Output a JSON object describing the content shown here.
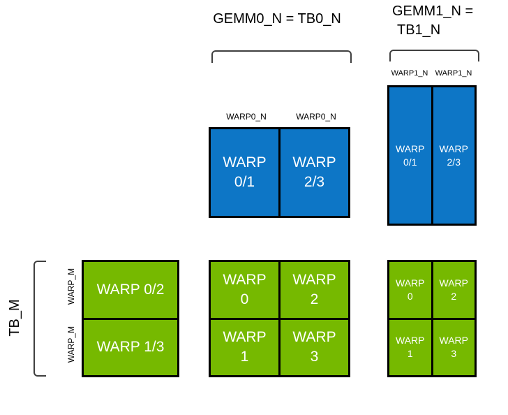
{
  "colors": {
    "background": "#ffffff",
    "blue": "#0d76c6",
    "green": "#76b900",
    "outline": "#000000",
    "bracket": "#3f3f3f",
    "label_text": "#000000",
    "cell_text": "#ffffff"
  },
  "titles": {
    "gemm0": "GEMM0_N = TB0_N",
    "gemm1_line1": "GEMM1_N =",
    "gemm1_line2": "TB1_N"
  },
  "axis_labels": {
    "tb_m": "TB_M",
    "warp_m_top": "WARP_M",
    "warp_m_bottom": "WARP_M",
    "warp0_n_left": "WARP0_N",
    "warp0_n_right": "WARP0_N",
    "warp1_n_left": "WARP1_N",
    "warp1_n_right": "WARP1_N"
  },
  "gemm0_blue": {
    "cells": [
      {
        "line1": "WARP",
        "line2": "0/1"
      },
      {
        "line1": "WARP",
        "line2": "2/3"
      }
    ]
  },
  "gemm1_blue": {
    "cells": [
      {
        "line1": "WARP",
        "line2": "0/1"
      },
      {
        "line1": "WARP",
        "line2": "2/3"
      }
    ]
  },
  "left_green": {
    "cells": [
      {
        "label": "WARP 0/2"
      },
      {
        "label": "WARP 1/3"
      }
    ]
  },
  "center_green": {
    "cells": [
      {
        "line1": "WARP",
        "line2": "0"
      },
      {
        "line1": "WARP",
        "line2": "2"
      },
      {
        "line1": "WARP",
        "line2": "1"
      },
      {
        "line1": "WARP",
        "line2": "3"
      }
    ]
  },
  "right_green": {
    "cells": [
      {
        "line1": "WARP",
        "line2": "0"
      },
      {
        "line1": "WARP",
        "line2": "2"
      },
      {
        "line1": "WARP",
        "line2": "1"
      },
      {
        "line1": "WARP",
        "line2": "3"
      }
    ]
  }
}
